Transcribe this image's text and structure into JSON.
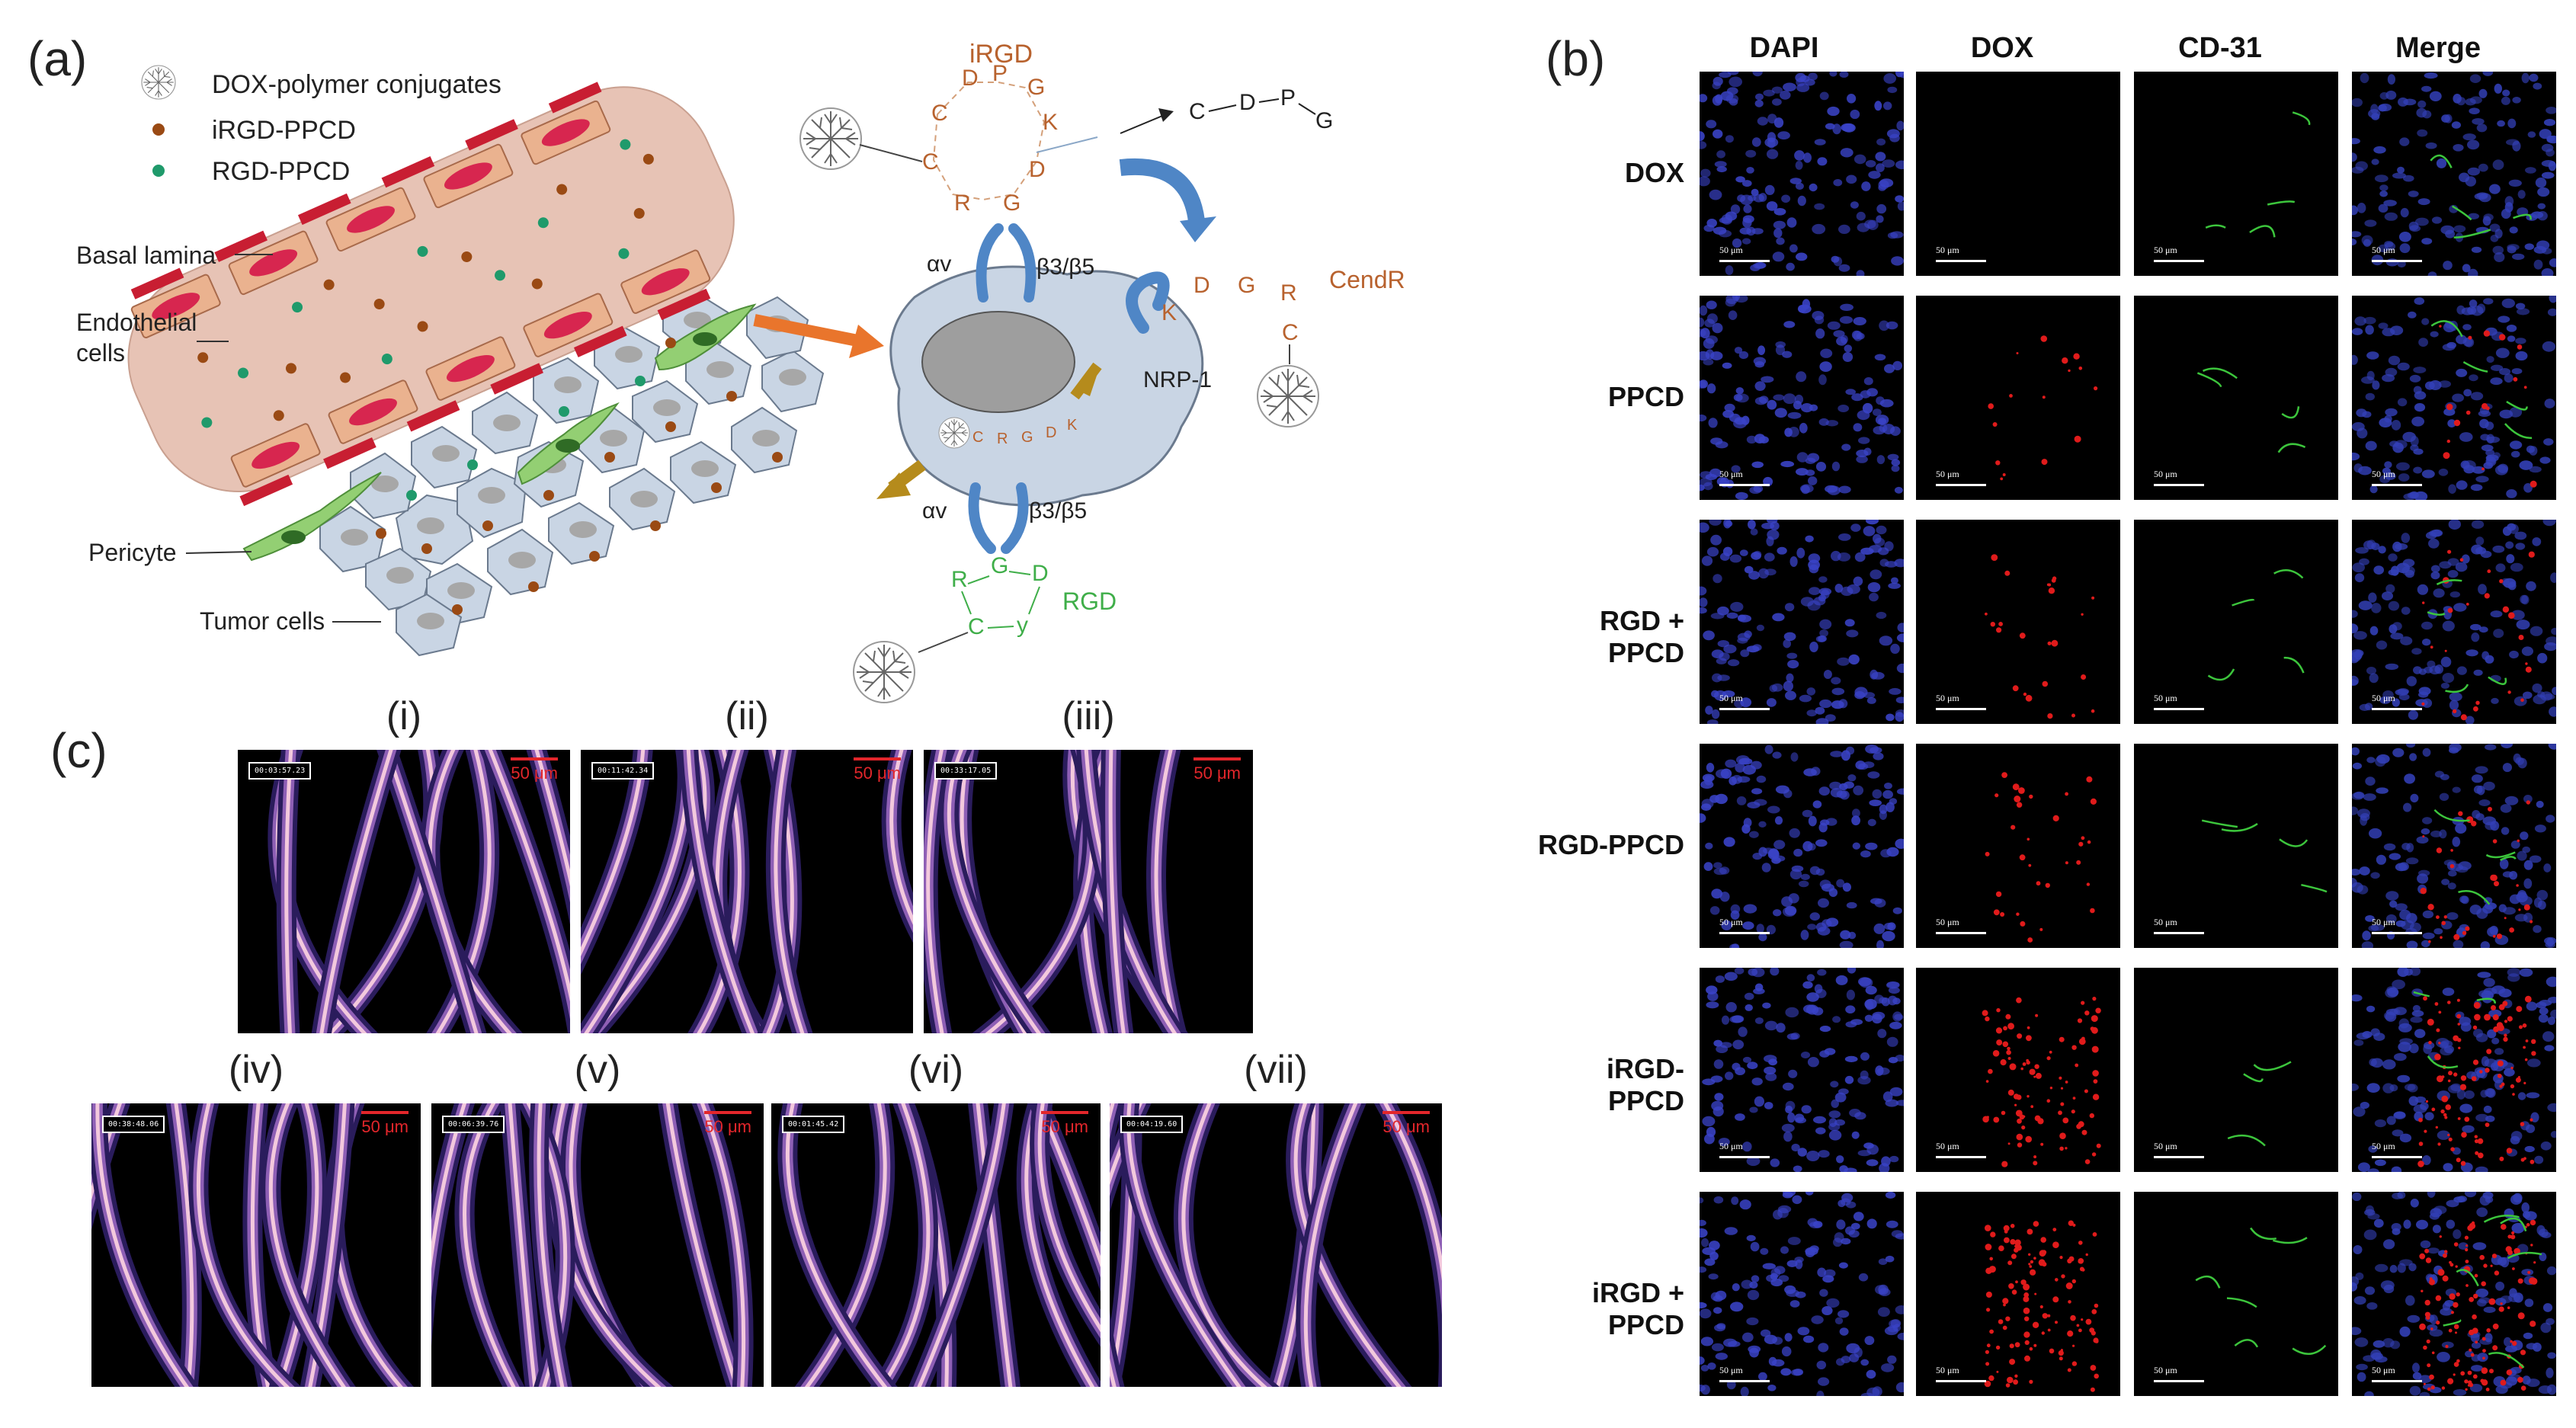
{
  "panels": {
    "a": "(a)",
    "b": "(b)",
    "c": "(c)"
  },
  "panel_a": {
    "legend": {
      "conjugates": "DOX-polymer conjugates",
      "irgd_ppcd": "iRGD-PPCD",
      "rgd_ppcd": "RGD-PPCD"
    },
    "labels": {
      "basal_lamina": "Basal lamina",
      "endothelial_line1": "Endothelial",
      "endothelial_line2": "cells",
      "pericyte": "Pericyte",
      "tumor_cells": "Tumor cells",
      "irgd": "iRGD",
      "cendr": "CendR",
      "nrp1": "NRP-1",
      "av": "αv",
      "b3b5": "β3/β5",
      "rgd": "RGD"
    },
    "peptides": {
      "irgd_ring": [
        "C",
        "D",
        "P",
        "G",
        "K",
        "D",
        "G",
        "R",
        "C"
      ],
      "cleaved": [
        "C",
        "D",
        "P",
        "G"
      ],
      "cendr": [
        "K",
        "D",
        "G",
        "R",
        "C"
      ],
      "internal": [
        "C",
        "R",
        "G",
        "D",
        "K"
      ],
      "rgd_ring": [
        "R",
        "G",
        "D",
        "y",
        "C"
      ]
    },
    "colors": {
      "vessel": "#e7c3b5",
      "endothelial_cell": "#eab28f",
      "nucleus": "#d7264f",
      "basal_lamina": "#c81e32",
      "cell": "#c9d5e4",
      "tumor_nucleus": "#a7a7a7",
      "pericyte": "#93cf73",
      "receptor": "#4f86c6",
      "irgd_text": "#b8622e",
      "rgd_text": "#3fae49",
      "arrow_orange": "#e9752c",
      "arrow_brown": "#b58b1c",
      "irgd_dot": "#9a4a14",
      "rgd_dot": "#1f9a6b"
    }
  },
  "panel_b": {
    "columns": [
      "DAPI",
      "DOX",
      "CD-31",
      "Merge"
    ],
    "rows": [
      "DOX",
      "PPCD",
      "RGD + PPCD",
      "RGD-PPCD",
      "iRGD-PPCD",
      "iRGD + PPCD"
    ],
    "scale_bar": "50 μm",
    "signal_levels": {
      "dox": [
        0.0,
        0.1,
        0.15,
        0.2,
        0.6,
        0.75
      ],
      "cd31": [
        0.4,
        0.3,
        0.35,
        0.35,
        0.2,
        0.6
      ]
    }
  },
  "panel_c": {
    "scale_bar": "50 μm",
    "images": [
      {
        "label": "(i)",
        "timestamp": "00:03:57.23"
      },
      {
        "label": "(ii)",
        "timestamp": "00:11:42.34"
      },
      {
        "label": "(iii)",
        "timestamp": "00:33:17.05"
      },
      {
        "label": "(iv)",
        "timestamp": "00:38:48.06"
      },
      {
        "label": "(v)",
        "timestamp": "00:06:39.76"
      },
      {
        "label": "(vi)",
        "timestamp": "00:01:45.42"
      },
      {
        "label": "(vii)",
        "timestamp": "00:04:19.60"
      }
    ]
  }
}
